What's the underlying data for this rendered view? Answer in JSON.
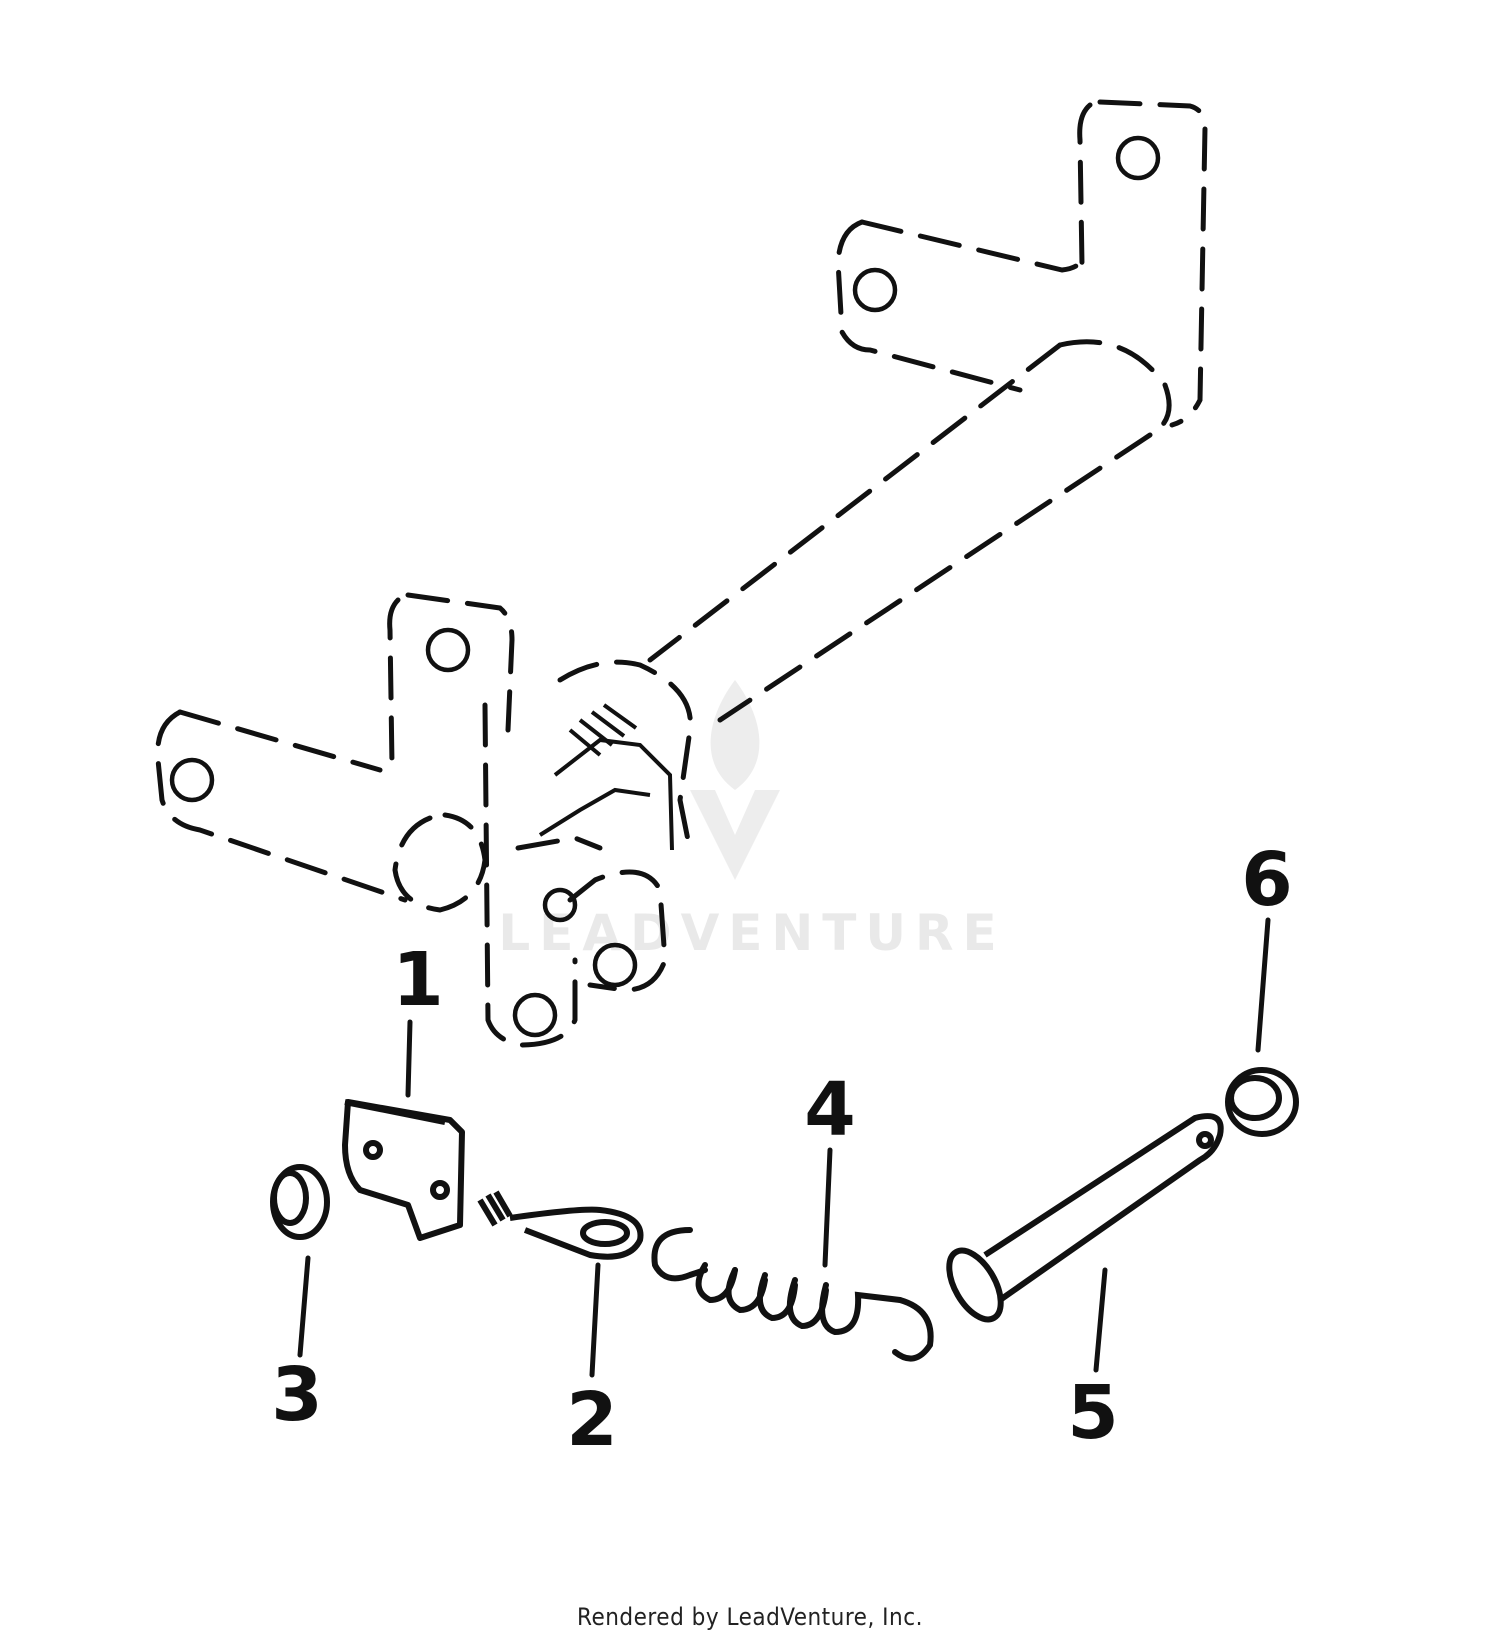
{
  "callouts": [
    {
      "id": "1",
      "label": "1"
    },
    {
      "id": "2",
      "label": "2"
    },
    {
      "id": "3",
      "label": "3"
    },
    {
      "id": "4",
      "label": "4"
    },
    {
      "id": "5",
      "label": "5"
    },
    {
      "id": "6",
      "label": "6"
    }
  ],
  "watermark": {
    "text": "LEADVENTURE"
  },
  "credit": "Rendered by LeadVenture, Inc."
}
